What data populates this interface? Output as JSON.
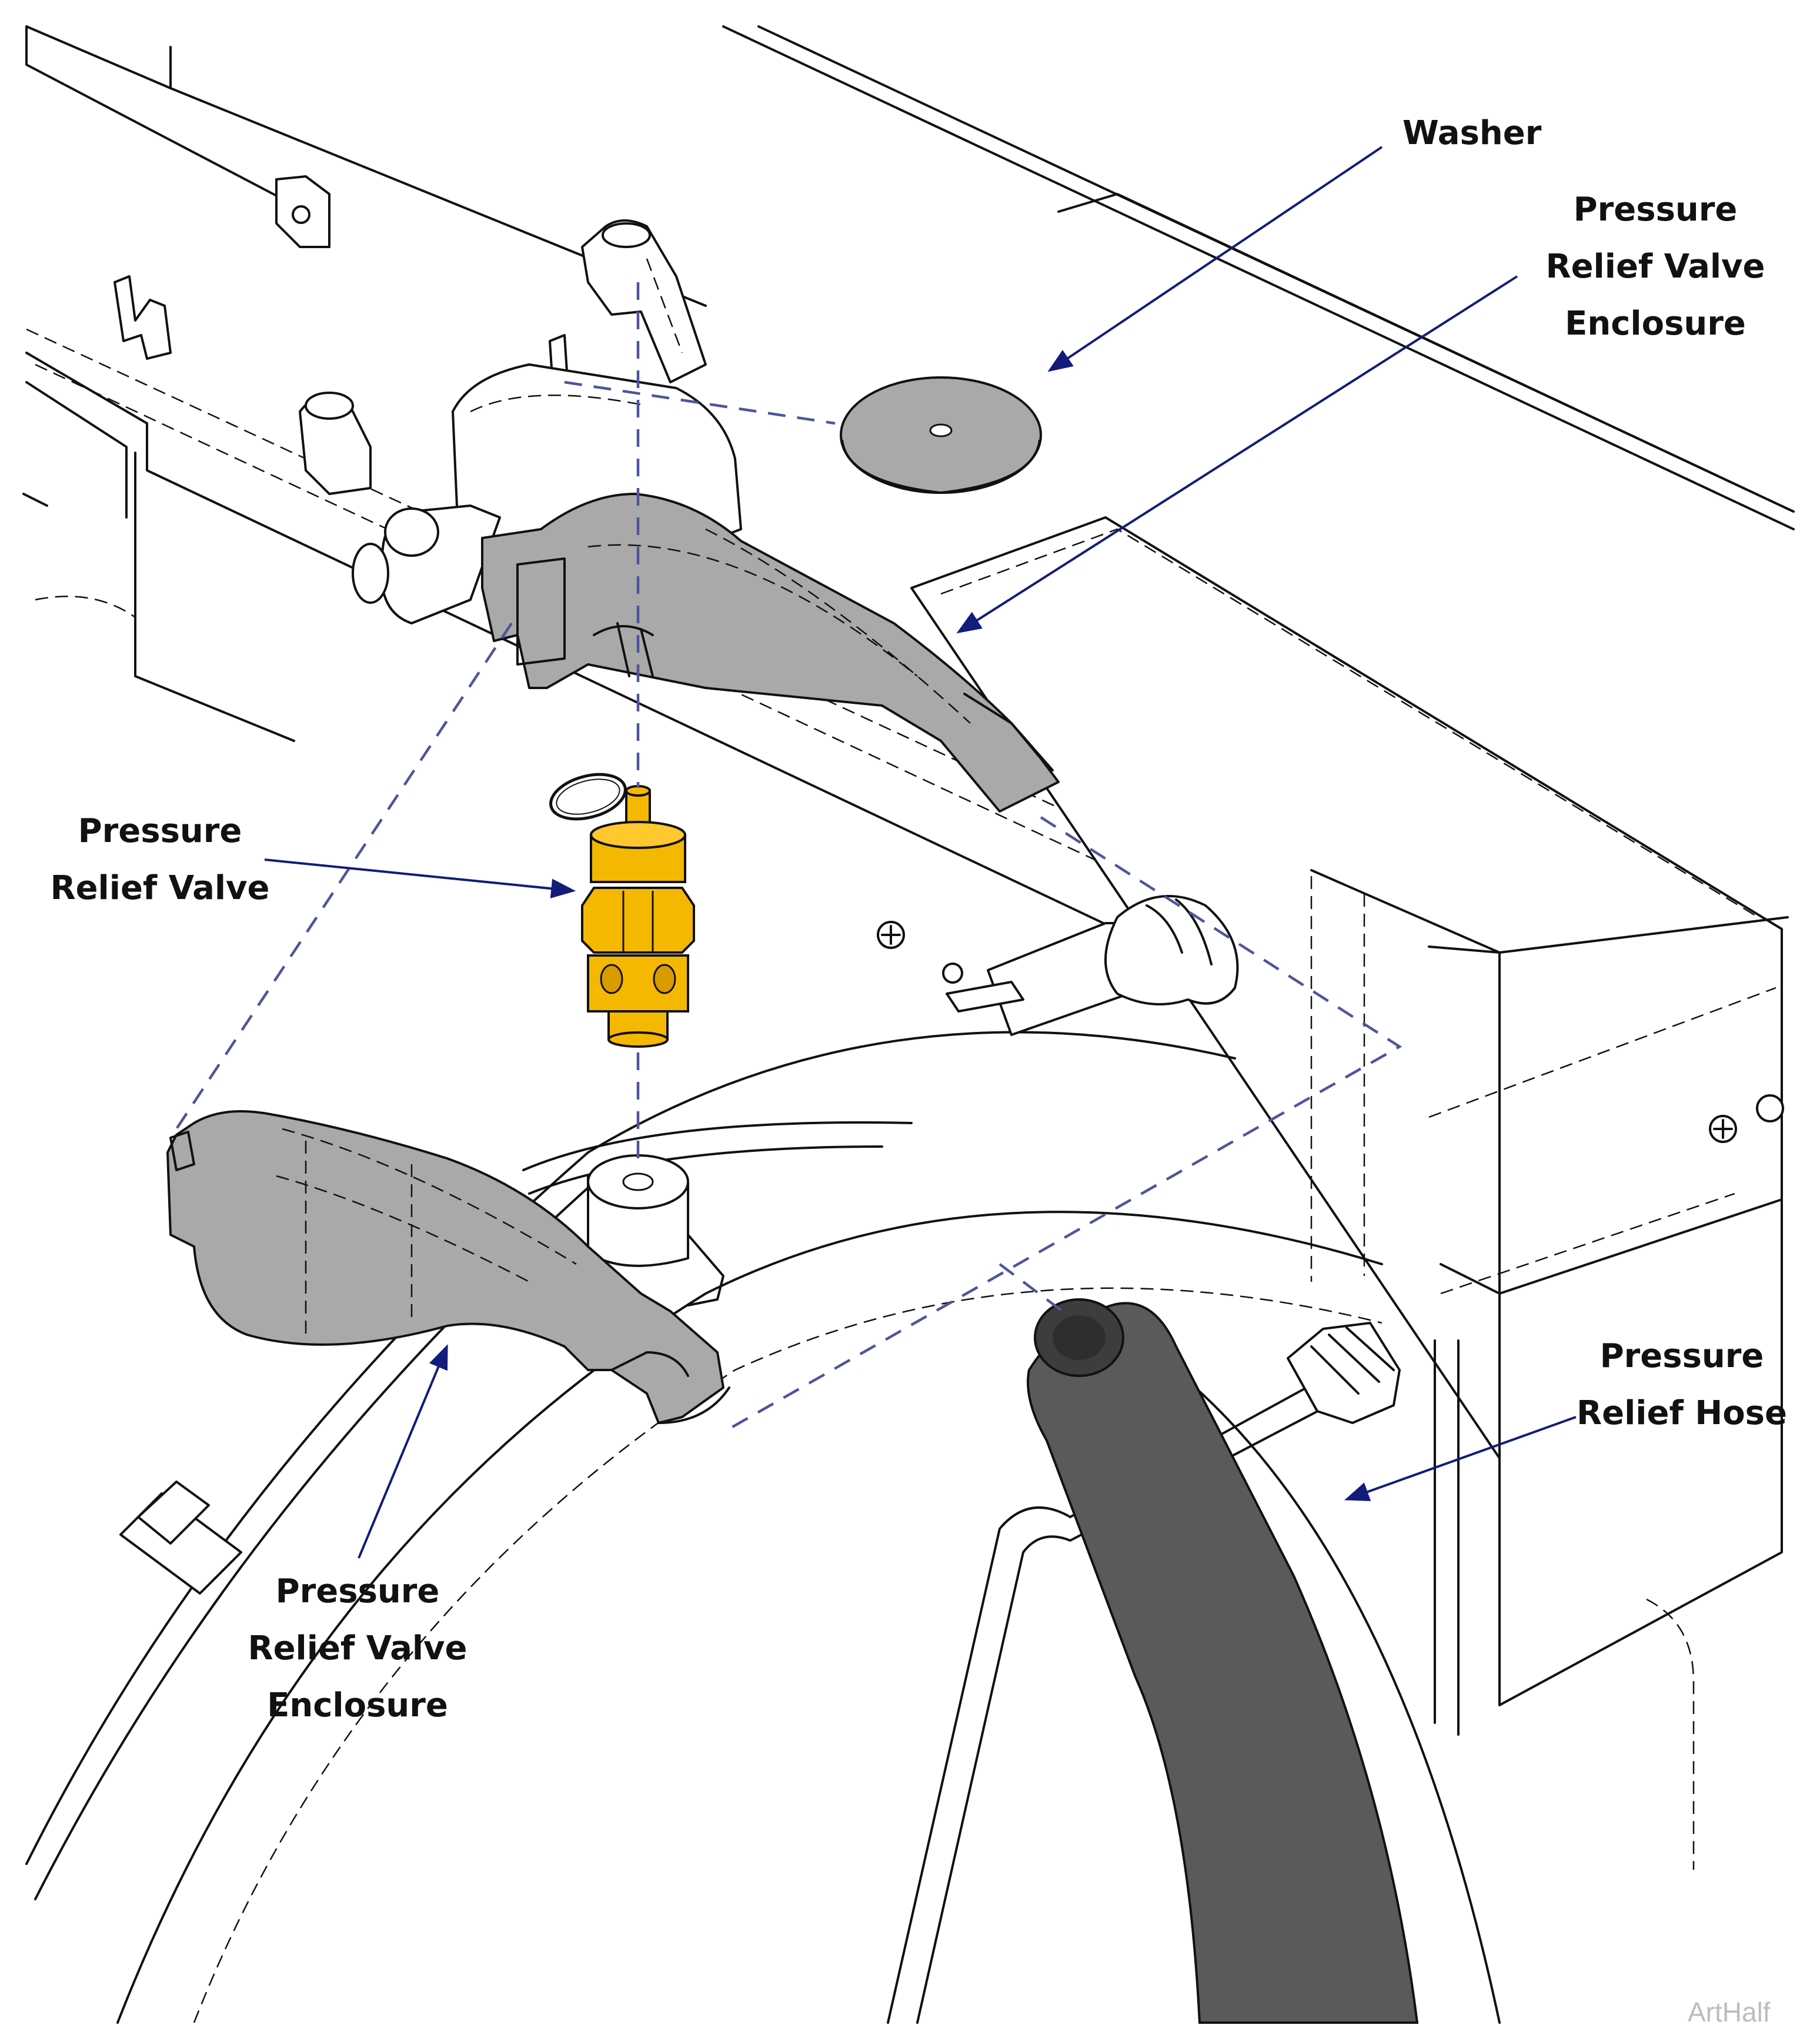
{
  "labels": {
    "washer": "Washer",
    "enclosure_top_1": "Pressure",
    "enclosure_top_2": "Relief Valve",
    "enclosure_top_3": "Enclosure",
    "valve_1": "Pressure",
    "valve_2": "Relief Valve",
    "enclosure_bottom_1": "Pressure",
    "enclosure_bottom_2": "Relief Valve",
    "enclosure_bottom_3": "Enclosure",
    "hose_1": "Pressure",
    "hose_2": "Relief Hose"
  },
  "watermark": "ArtHalf",
  "colors": {
    "valve": "#f5b800",
    "enclosure": "#a9a9a9",
    "hose": "#5a5a5a",
    "leader": "#121c7a",
    "explode_line": "#4d559c"
  }
}
